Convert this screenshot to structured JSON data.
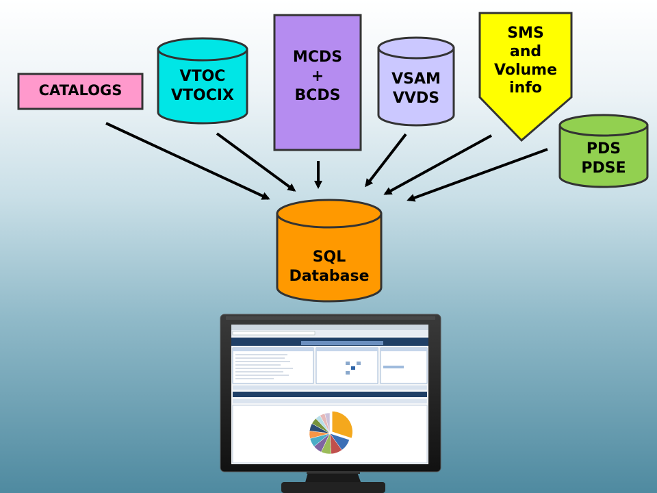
{
  "nodes": {
    "catalogs": "CATALOGS",
    "vtoc": "VTOC\nVTOCIX",
    "mcds": "MCDS\n+\nBCDS",
    "vsam": "VSAM\nVVDS",
    "sms": "SMS\nand\nVolume\ninfo",
    "pds": "PDS\nPDSE",
    "sql": "SQL\nDatabase"
  },
  "colors": {
    "catalogs": "#ff99cc",
    "vtoc": "#00e6e6",
    "mcds": "#b58cf0",
    "vsam": "#cbc8ff",
    "sms": "#ffff00",
    "pds": "#92d050",
    "sql": "#ff9900",
    "arrow": "#000000"
  },
  "monitor": {
    "screen_description_icon": "web-reporting-app-screenshot-icon",
    "pie_values": [
      30,
      10,
      9,
      8,
      7,
      7,
      6,
      6,
      5,
      4,
      4,
      4
    ],
    "pie_colors": [
      "#f4a81d",
      "#3b6fb6",
      "#c0504d",
      "#9bbb59",
      "#8064a2",
      "#4bacc6",
      "#f79646",
      "#2c4d75",
      "#77933c",
      "#b7dee8",
      "#e6b9b8",
      "#ccc1da"
    ]
  }
}
